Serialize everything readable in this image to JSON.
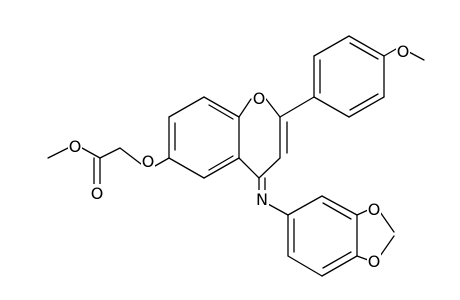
{
  "molecule": {
    "atoms": [
      {
        "id": "o_pyran",
        "label": "O"
      },
      {
        "id": "o_methoxy",
        "label": "O"
      },
      {
        "id": "o_ether",
        "label": "O"
      },
      {
        "id": "o_ester",
        "label": "O"
      },
      {
        "id": "o_carbonyl",
        "label": "O"
      },
      {
        "id": "n_imine",
        "label": "N"
      },
      {
        "id": "o_dioxole_1",
        "label": "O"
      },
      {
        "id": "o_dioxole_2",
        "label": "O"
      }
    ]
  }
}
